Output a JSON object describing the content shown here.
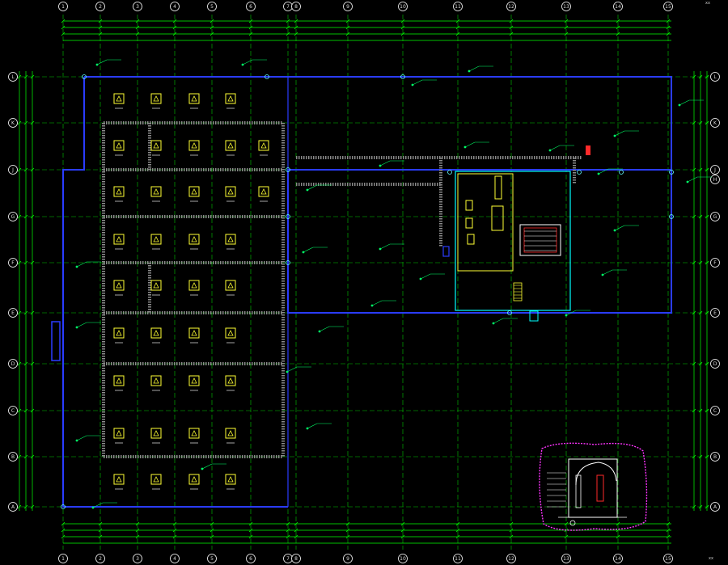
{
  "colors": {
    "background": "#000000",
    "grid": "#00c800",
    "dim": "#00ff00",
    "wall": "#2a3cff",
    "hatch": "#8a8a8a",
    "fixture": "#ffff33",
    "bubble": "#ffffff",
    "accent_red": "#ff2a2a",
    "detail": "#ff33ff",
    "cyan": "#00ffff"
  },
  "grid_columns": [
    "1",
    "2",
    "3",
    "4",
    "5",
    "6",
    "7",
    "8",
    "9",
    "10",
    "11",
    "12",
    "13",
    "14",
    "15"
  ],
  "grid_rows": [
    "L",
    "K",
    "J",
    "H",
    "G",
    "F",
    "E",
    "D",
    "C",
    "B",
    "A"
  ],
  "right_row_labels": [
    "L",
    "K",
    "J",
    "H",
    "G",
    "F",
    "E",
    "D",
    "C",
    "B",
    "A"
  ],
  "corner_note": "xx",
  "bottom_right_note": "xx"
}
